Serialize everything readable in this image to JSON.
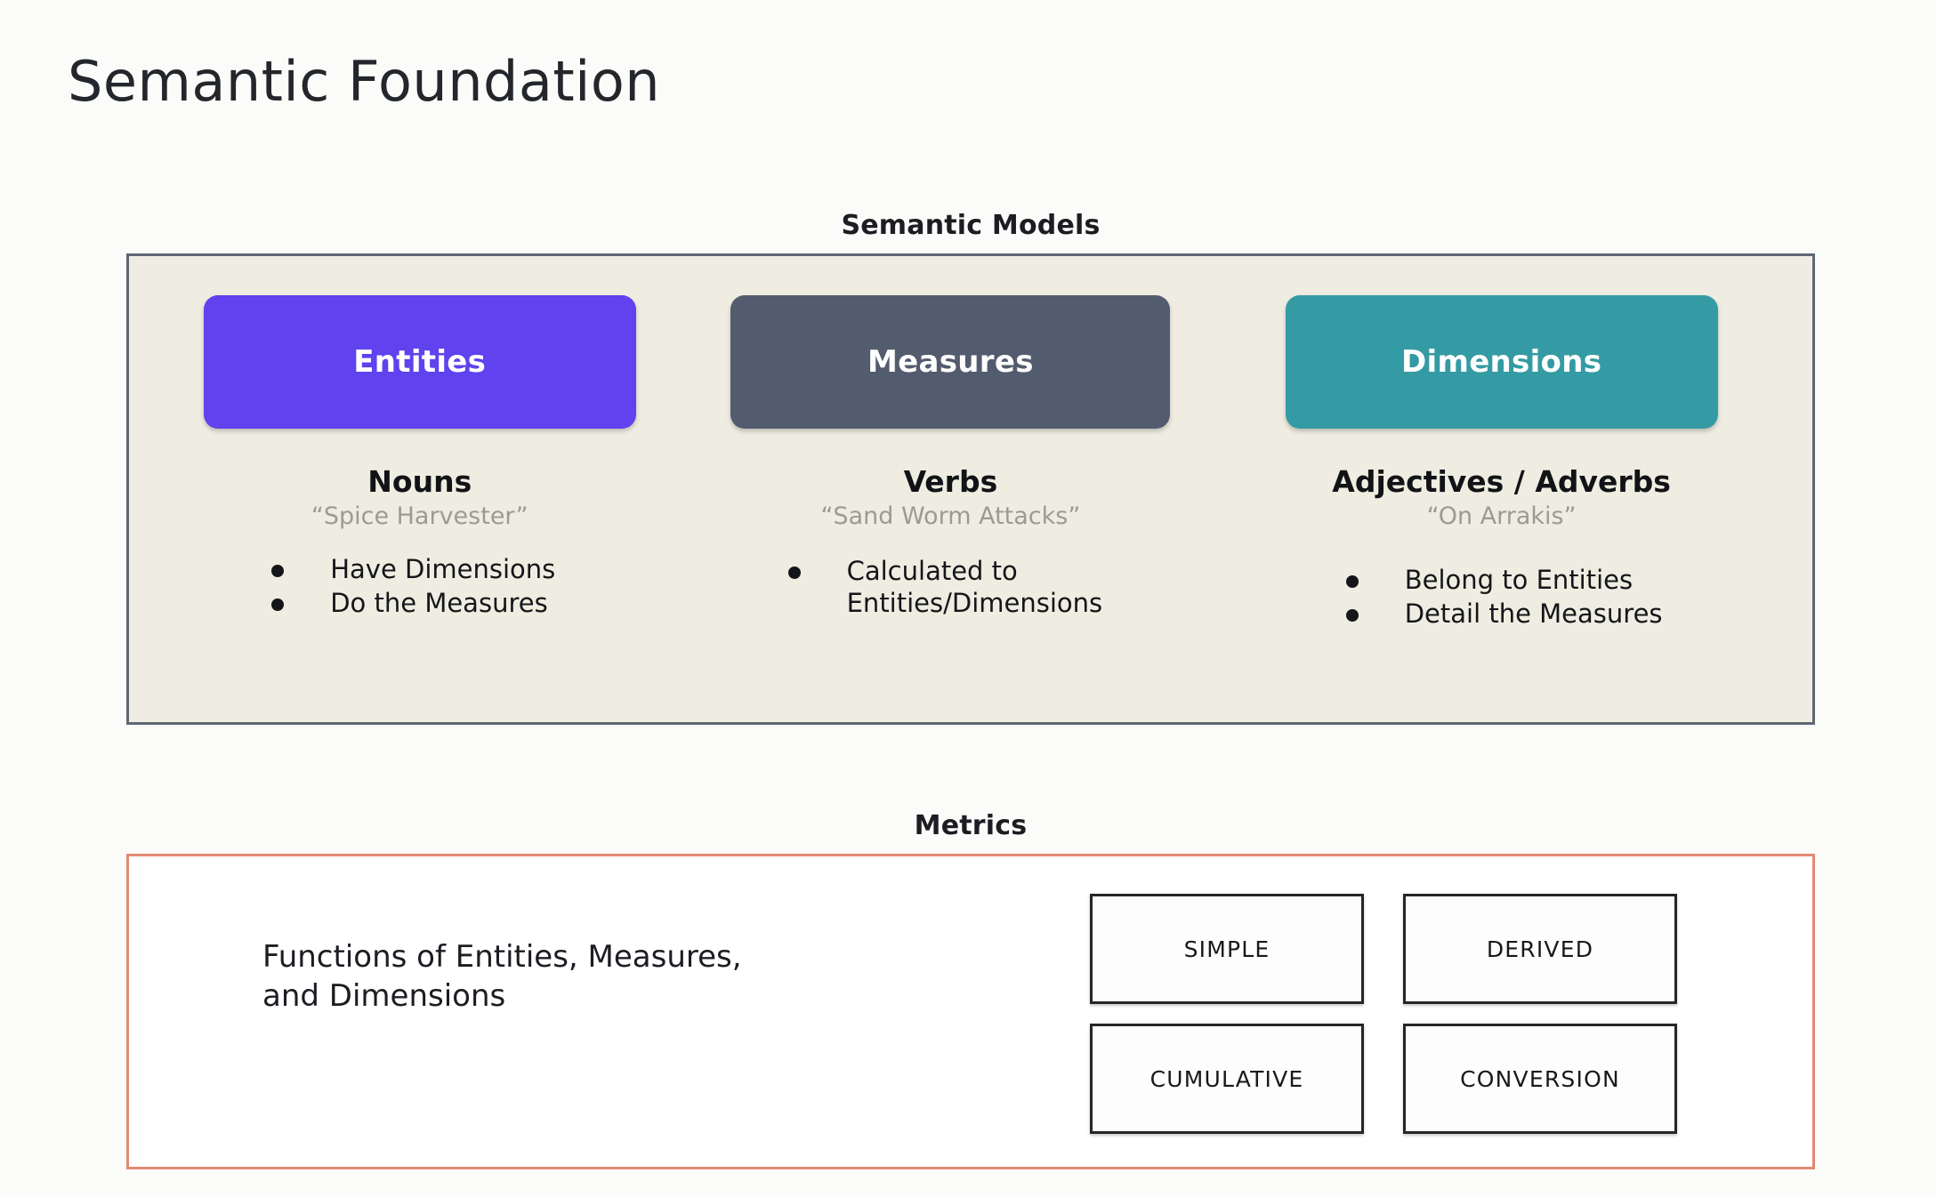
{
  "slide": {
    "title": "Semantic Foundation",
    "background_color": "#fbfbf9"
  },
  "semantic_models": {
    "caption": "Semantic Models",
    "panel_background": "#efede1",
    "panel_border_color": "#5e6773",
    "columns": [
      {
        "chip_label": "Entities",
        "chip_color": "#6042ee",
        "role": "Nouns",
        "example": "“Spice Harvester”",
        "bullets": [
          "Have Dimensions",
          "Do the Measures"
        ]
      },
      {
        "chip_label": "Measures",
        "chip_color": "#535b6e",
        "role": "Verbs",
        "example": "“Sand Worm Attacks”",
        "bullets": [
          "Calculated to\nEntities/Dimensions"
        ]
      },
      {
        "chip_label": "Dimensions",
        "chip_color": "#349ba4",
        "role": "Adjectives / Adverbs",
        "example": "“On Arrakis”",
        "bullets": [
          "Belong to Entities",
          "Detail the Measures"
        ]
      }
    ]
  },
  "metrics": {
    "caption": "Metrics",
    "panel_border_color": "#e28a73",
    "description": "Functions of Entities, Measures,\nand Dimensions",
    "types": [
      "SIMPLE",
      "DERIVED",
      "CUMULATIVE",
      "CONVERSION"
    ]
  }
}
